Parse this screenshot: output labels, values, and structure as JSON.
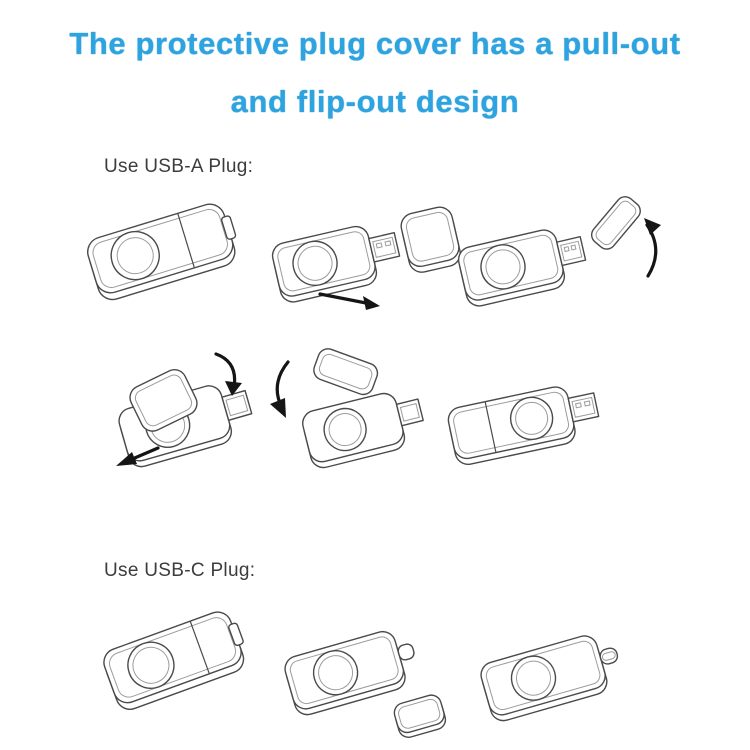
{
  "title": {
    "line1": "The protective plug cover has a pull-out",
    "line2": "and flip-out design"
  },
  "sections": {
    "usba": {
      "label": "Use USB-A Plug:"
    },
    "usbc": {
      "label": "Use USB-C Plug:"
    }
  },
  "figures": [
    {
      "id": "usba-1",
      "shows": "device-closed"
    },
    {
      "id": "usba-2",
      "shows": "cover-pulled-out",
      "icons": [
        "pull-arrow"
      ]
    },
    {
      "id": "usba-3",
      "shows": "cover-flipped-open",
      "icons": [
        "rotate-up-arrow"
      ]
    },
    {
      "id": "usba-4",
      "shows": "cover-folded-on-top",
      "icons": [
        "rotate-down-arrow",
        "slide-arrow"
      ]
    },
    {
      "id": "usba-5",
      "shows": "cover-flipping-down",
      "icons": [
        "rotate-down-arrow"
      ]
    },
    {
      "id": "usba-6",
      "shows": "usba-plug-exposed"
    },
    {
      "id": "usbc-1",
      "shows": "device-closed"
    },
    {
      "id": "usbc-2",
      "shows": "cap-removed"
    },
    {
      "id": "usbc-3",
      "shows": "usbc-plug-exposed"
    }
  ],
  "colors": {
    "title": "#2da4e0",
    "line_art": "#4a4a4a",
    "line_art_light": "#9c9c9c",
    "arrow": "#151515",
    "background": "#ffffff"
  }
}
